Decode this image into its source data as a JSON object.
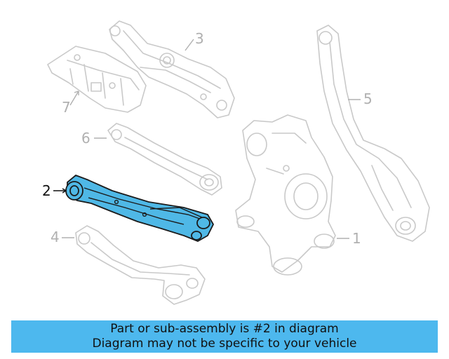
{
  "diagram": {
    "callouts": [
      {
        "number": "1",
        "highlighted": false
      },
      {
        "number": "2",
        "highlighted": true
      },
      {
        "number": "3",
        "highlighted": false
      },
      {
        "number": "4",
        "highlighted": false
      },
      {
        "number": "5",
        "highlighted": false
      },
      {
        "number": "6",
        "highlighted": false
      },
      {
        "number": "7",
        "highlighted": false
      }
    ],
    "highlight_color": "#4fb8e6"
  },
  "banner": {
    "line1": "Part or sub-assembly is #2 in diagram",
    "line2": "Diagram may not be specific to your vehicle",
    "background": "#4db8ee"
  }
}
